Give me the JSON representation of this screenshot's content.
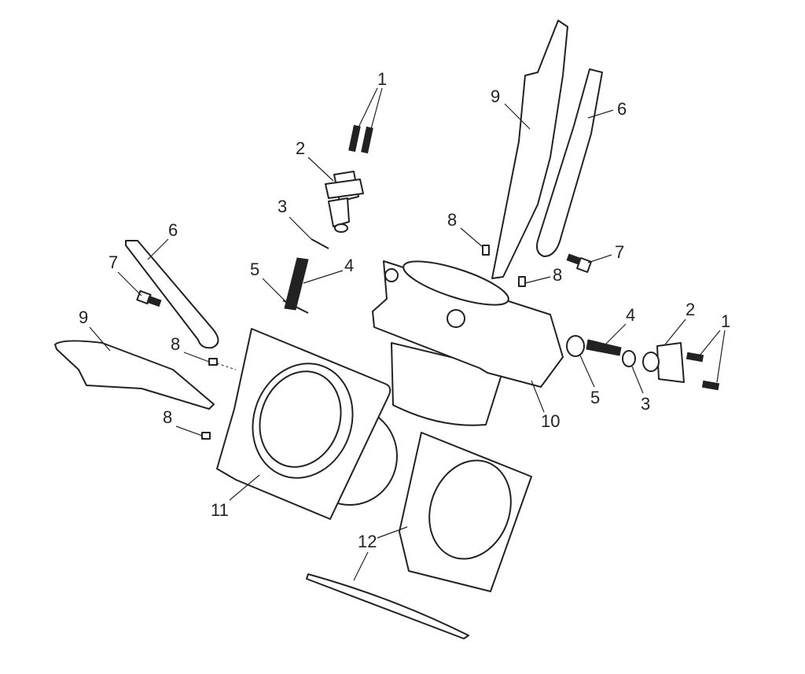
{
  "diagram": {
    "type": "exploded-parts-view",
    "callouts": [
      "1",
      "2",
      "3",
      "4",
      "5",
      "6",
      "7",
      "9",
      "8",
      "8",
      "11",
      "12",
      "9",
      "6",
      "8",
      "7",
      "8",
      "4",
      "2",
      "1",
      "5",
      "3",
      "10"
    ]
  }
}
